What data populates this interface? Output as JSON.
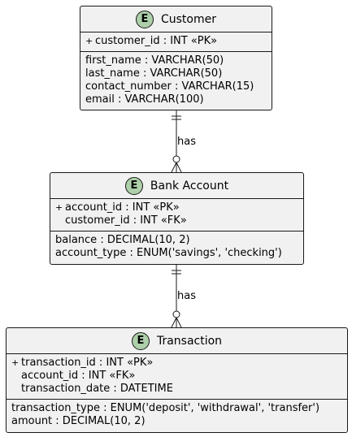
{
  "entities": [
    {
      "name": "Customer",
      "badge": "E",
      "key_fields": [
        {
          "marker": "+",
          "text": "customer_id : INT «PK»"
        }
      ],
      "fields": [
        "first_name : VARCHAR(50)",
        "last_name : VARCHAR(50)",
        "contact_number : VARCHAR(15)",
        "email : VARCHAR(100)"
      ]
    },
    {
      "name": "Bank Account",
      "badge": "E",
      "key_fields": [
        {
          "marker": "+",
          "text": "account_id : INT «PK»"
        },
        {
          "marker": "",
          "text": "customer_id : INT «FK»"
        }
      ],
      "fields": [
        "balance : DECIMAL(10, 2)",
        "account_type : ENUM('savings', 'checking')"
      ]
    },
    {
      "name": "Transaction",
      "badge": "E",
      "key_fields": [
        {
          "marker": "+",
          "text": "transaction_id : INT «PK»"
        },
        {
          "marker": "",
          "text": "account_id : INT «FK»"
        },
        {
          "marker": "",
          "text": "transaction_date : DATETIME"
        }
      ],
      "fields": [
        "transaction_type : ENUM('deposit', 'withdrawal', 'transfer')",
        "amount : DECIMAL(10, 2)"
      ]
    }
  ],
  "relationships": [
    {
      "label": "has"
    },
    {
      "label": "has"
    }
  ],
  "colors": {
    "entity_fill": "#f1f1f1",
    "badge_fill": "#adcfa9",
    "line": "#181818"
  }
}
